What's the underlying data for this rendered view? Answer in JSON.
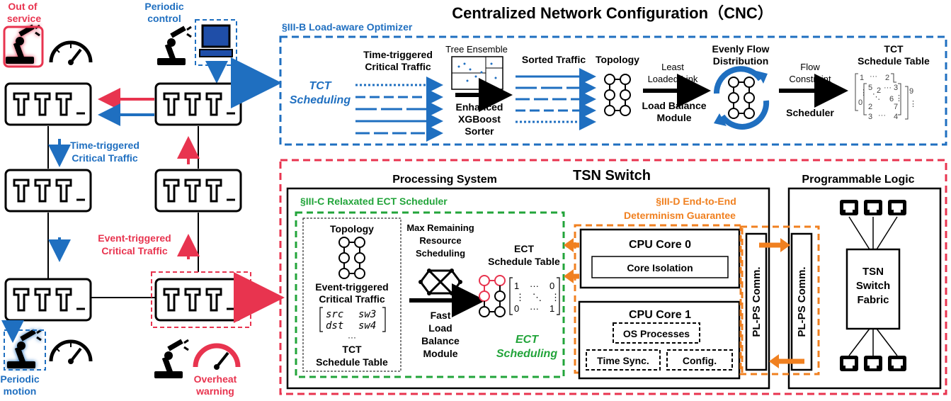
{
  "title": "Centralized Network Configuration（CNC）",
  "colors": {
    "blue": "#1f6fc0",
    "red": "#e8344f",
    "green": "#22a43a",
    "orange": "#f08020",
    "black": "#000000"
  },
  "left": {
    "out_of_service": [
      "Out of",
      "service"
    ],
    "periodic_control": [
      "Periodic",
      "control"
    ],
    "time_triggered": [
      "Time-triggered",
      "Critical Traffic"
    ],
    "event_triggered": [
      "Event-triggered",
      "Critical Traffic"
    ],
    "periodic_motion": [
      "Periodic",
      "motion"
    ],
    "overheat_warning": [
      "Overheat",
      "warning"
    ]
  },
  "optimizer": {
    "section": "§III-B Load-aware Optimizer",
    "tct_scheduling": [
      "TCT",
      "Scheduling"
    ],
    "input_traffic": [
      "Time-triggered",
      "Critical Traffic"
    ],
    "tree_ensemble": "Tree Ensemble",
    "sorter": [
      "Enhanced",
      "XGBoost",
      "Sorter"
    ],
    "sorted_traffic": "Sorted Traffic",
    "topology": "Topology",
    "least_loaded": [
      "Least",
      "Loaded Link"
    ],
    "load_balance": [
      "Load Balance",
      "Module"
    ],
    "evenly_flow": [
      "Evenly Flow",
      "Distribution"
    ],
    "flow_constraint": [
      "Flow",
      "Constraint"
    ],
    "scheduler": "Scheduler",
    "tct_table": [
      "TCT",
      "Schedule Table"
    ],
    "matrix": {
      "r1": [
        "1",
        "···",
        "2"
      ],
      "r2": [
        "5",
        "2",
        "···",
        "3"
      ],
      "r3": [
        "0",
        "⋮",
        "⋱",
        "6",
        "⋮"
      ],
      "r4": [
        "2",
        "7"
      ],
      "r5": [
        "3",
        "···",
        "4"
      ],
      "outside": [
        "9",
        "⋮"
      ]
    }
  },
  "tsn": {
    "title": "TSN Switch",
    "processing_system": "Processing System",
    "programmable_logic": "Programmable Logic",
    "ect_section": "§III-C Relaxated ECT Scheduler",
    "e2e_section": [
      "§III-D End-to-End",
      "Determinism Guarantee"
    ],
    "topology": "Topology",
    "event_triggered": [
      "Event-triggered",
      "Critical Traffic"
    ],
    "matrix_rows": [
      [
        "src",
        "sw3"
      ],
      [
        "dst",
        "sw4"
      ]
    ],
    "matrix_dots": "···",
    "tct_table": [
      "TCT",
      "Schedule Table"
    ],
    "max_remaining": [
      "Max Remaining",
      "Resource",
      "Scheduling"
    ],
    "fast_lb": [
      "Fast",
      "Load",
      "Balance",
      "Module"
    ],
    "ect_table": [
      "ECT",
      "Schedule Table"
    ],
    "ect_matrix": [
      [
        "1",
        "···",
        "0"
      ],
      [
        "⋮",
        "⋱",
        "⋮"
      ],
      [
        "0",
        "···",
        "1"
      ]
    ],
    "ect_scheduling": [
      "ECT",
      "Scheduling"
    ],
    "cpu0": "CPU Core 0",
    "core_isolation": "Core Isolation",
    "cpu1": "CPU Core 1",
    "os_processes": "OS Processes",
    "time_sync": "Time Sync.",
    "config": "Config.",
    "plps": "PL-PS Comm.",
    "fabric": [
      "TSN",
      "Switch",
      "Fabric"
    ]
  }
}
